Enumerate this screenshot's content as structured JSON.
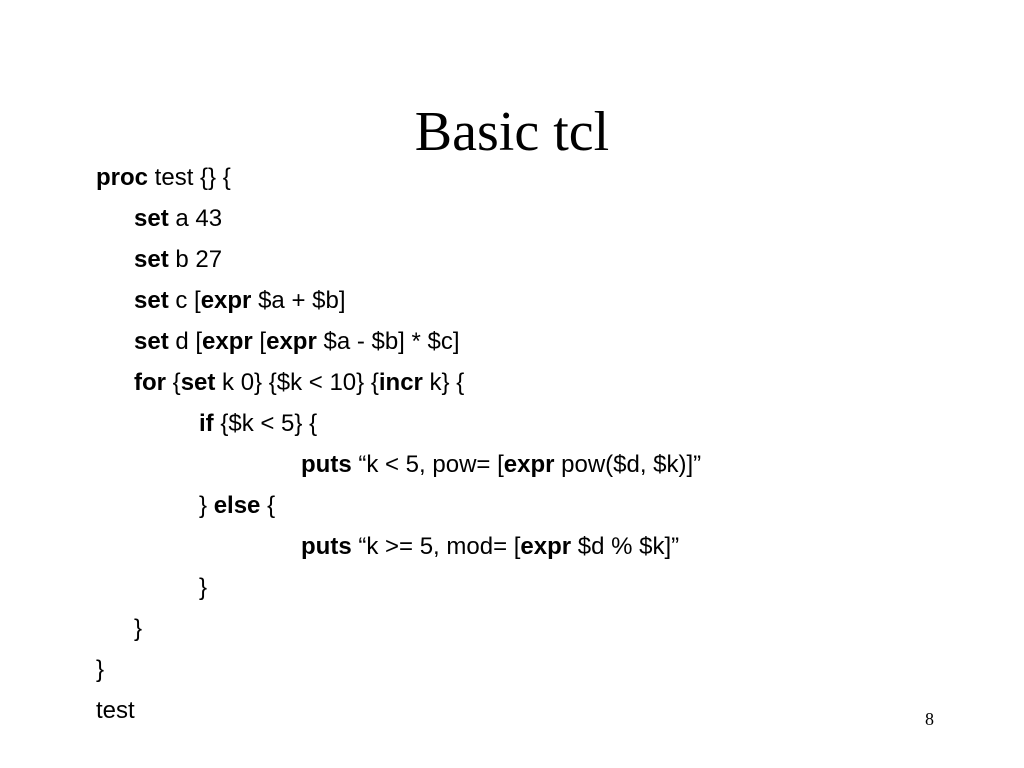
{
  "slide": {
    "title": "Basic tcl",
    "page_number": "8"
  },
  "code_lines": [
    [
      {
        "t": "proc",
        "b": true
      },
      {
        "t": " test {} {",
        "b": false
      }
    ],
    [
      {
        "t": "set",
        "b": true
      },
      {
        "t": " a 43",
        "b": false
      }
    ],
    [
      {
        "t": "set",
        "b": true
      },
      {
        "t": " b 27",
        "b": false
      }
    ],
    [
      {
        "t": "set",
        "b": true
      },
      {
        "t": " c [",
        "b": false
      },
      {
        "t": "expr",
        "b": true
      },
      {
        "t": " $a + $b]",
        "b": false
      }
    ],
    [
      {
        "t": "set",
        "b": true
      },
      {
        "t": " d [",
        "b": false
      },
      {
        "t": "expr",
        "b": true
      },
      {
        "t": " [",
        "b": false
      },
      {
        "t": "expr",
        "b": true
      },
      {
        "t": " $a - $b] * $c]",
        "b": false
      }
    ],
    [
      {
        "t": "for",
        "b": true
      },
      {
        "t": " {",
        "b": false
      },
      {
        "t": "set",
        "b": true
      },
      {
        "t": " k 0} {$k < 10} {",
        "b": false
      },
      {
        "t": "incr",
        "b": true
      },
      {
        "t": " k} {",
        "b": false
      }
    ],
    [
      {
        "t": "if",
        "b": true
      },
      {
        "t": " {$k < 5} {",
        "b": false
      }
    ],
    [
      {
        "t": "puts",
        "b": true
      },
      {
        "t": " “k < 5, pow= [",
        "b": false
      },
      {
        "t": "expr",
        "b": true
      },
      {
        "t": " pow($d, $k)]”",
        "b": false
      }
    ],
    [
      {
        "t": "} ",
        "b": false
      },
      {
        "t": "else",
        "b": true
      },
      {
        "t": " {",
        "b": false
      }
    ],
    [
      {
        "t": "puts",
        "b": true
      },
      {
        "t": " “k >= 5, mod= [",
        "b": false
      },
      {
        "t": "expr",
        "b": true
      },
      {
        "t": " $d % $k]”",
        "b": false
      }
    ],
    [
      {
        "t": "}",
        "b": false
      }
    ],
    [
      {
        "t": "}",
        "b": false
      }
    ],
    [
      {
        "t": "}",
        "b": false
      }
    ],
    [
      {
        "t": "test",
        "b": false
      }
    ]
  ]
}
